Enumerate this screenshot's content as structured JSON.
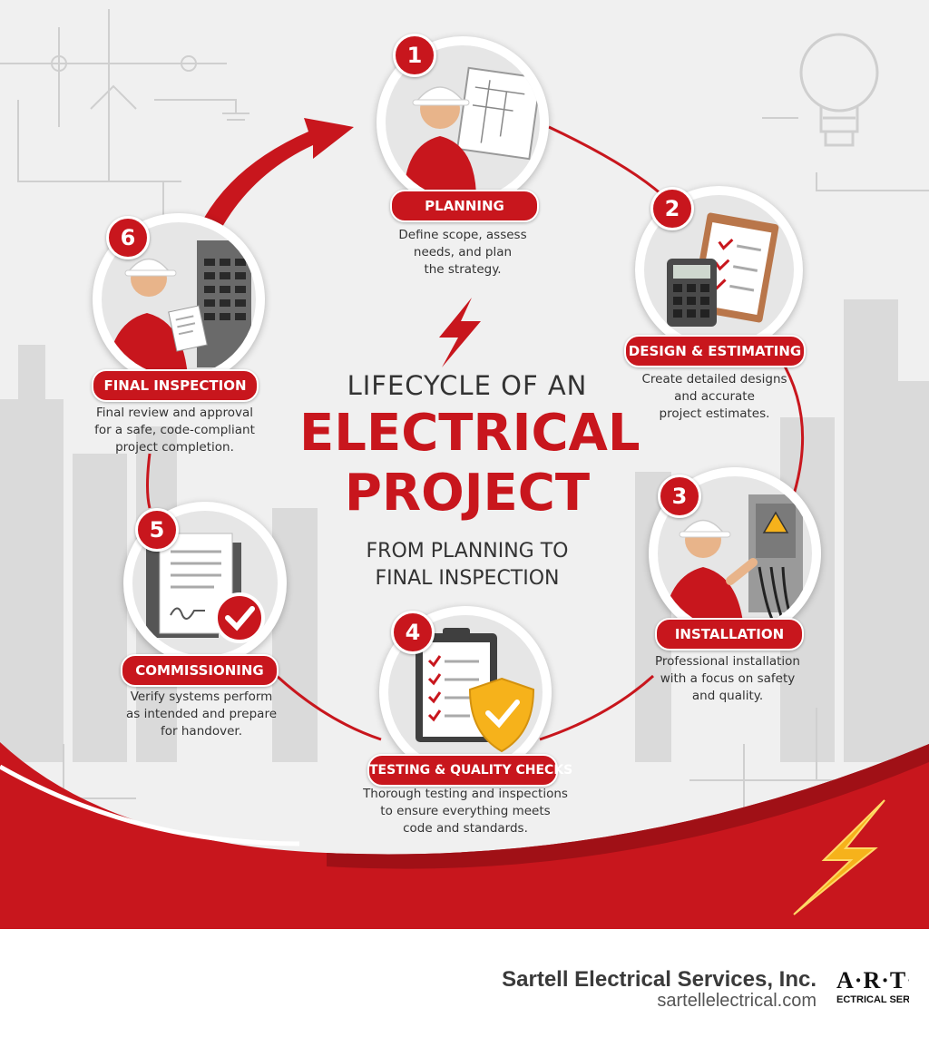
{
  "title": {
    "line1": "LIFECYCLE OF AN",
    "line2": "ELECTRICAL",
    "line3": "PROJECT",
    "subtitle_line1": "FROM PLANNING TO",
    "subtitle_line2": "FINAL INSPECTION"
  },
  "steps": [
    {
      "number": "1",
      "label": "PLANNING",
      "description": [
        "Define scope, assess",
        "needs, and plan",
        "the strategy."
      ],
      "icon": "planner-blueprint-icon"
    },
    {
      "number": "2",
      "label": "DESIGN & ESTIMATING",
      "description": [
        "Create detailed designs",
        "and accurate",
        "project estimates."
      ],
      "icon": "clipboard-calculator-icon"
    },
    {
      "number": "3",
      "label": "INSTALLATION",
      "description": [
        "Professional installation",
        "with a focus on safety",
        "and quality."
      ],
      "icon": "electrician-panel-icon"
    },
    {
      "number": "4",
      "label": "TESTING & QUALITY CHECKS",
      "description": [
        "Thorough testing and inspections",
        "to ensure everything meets",
        "code and standards."
      ],
      "icon": "checklist-shield-icon"
    },
    {
      "number": "5",
      "label": "COMMISSIONING",
      "description": [
        "Verify systems perform",
        "as intended and prepare",
        "for handover."
      ],
      "icon": "signed-document-icon"
    },
    {
      "number": "6",
      "label": "FINAL INSPECTION",
      "description": [
        "Final review and approval",
        "for a safe, code-compliant",
        "project completion."
      ],
      "icon": "inspector-panel-icon"
    }
  ],
  "footer": {
    "company_name": "Sartell Electrical Services, Inc.",
    "website": "sartellelectrical.com",
    "logo_top": "A·R·T·I",
    "logo_bottom": "ECTRICAL SERV"
  },
  "colors": {
    "accent_red": "#c8161d",
    "lightning_yellow": "#f6b21b",
    "background": "#f0f0f0",
    "text_dark": "#333333"
  }
}
